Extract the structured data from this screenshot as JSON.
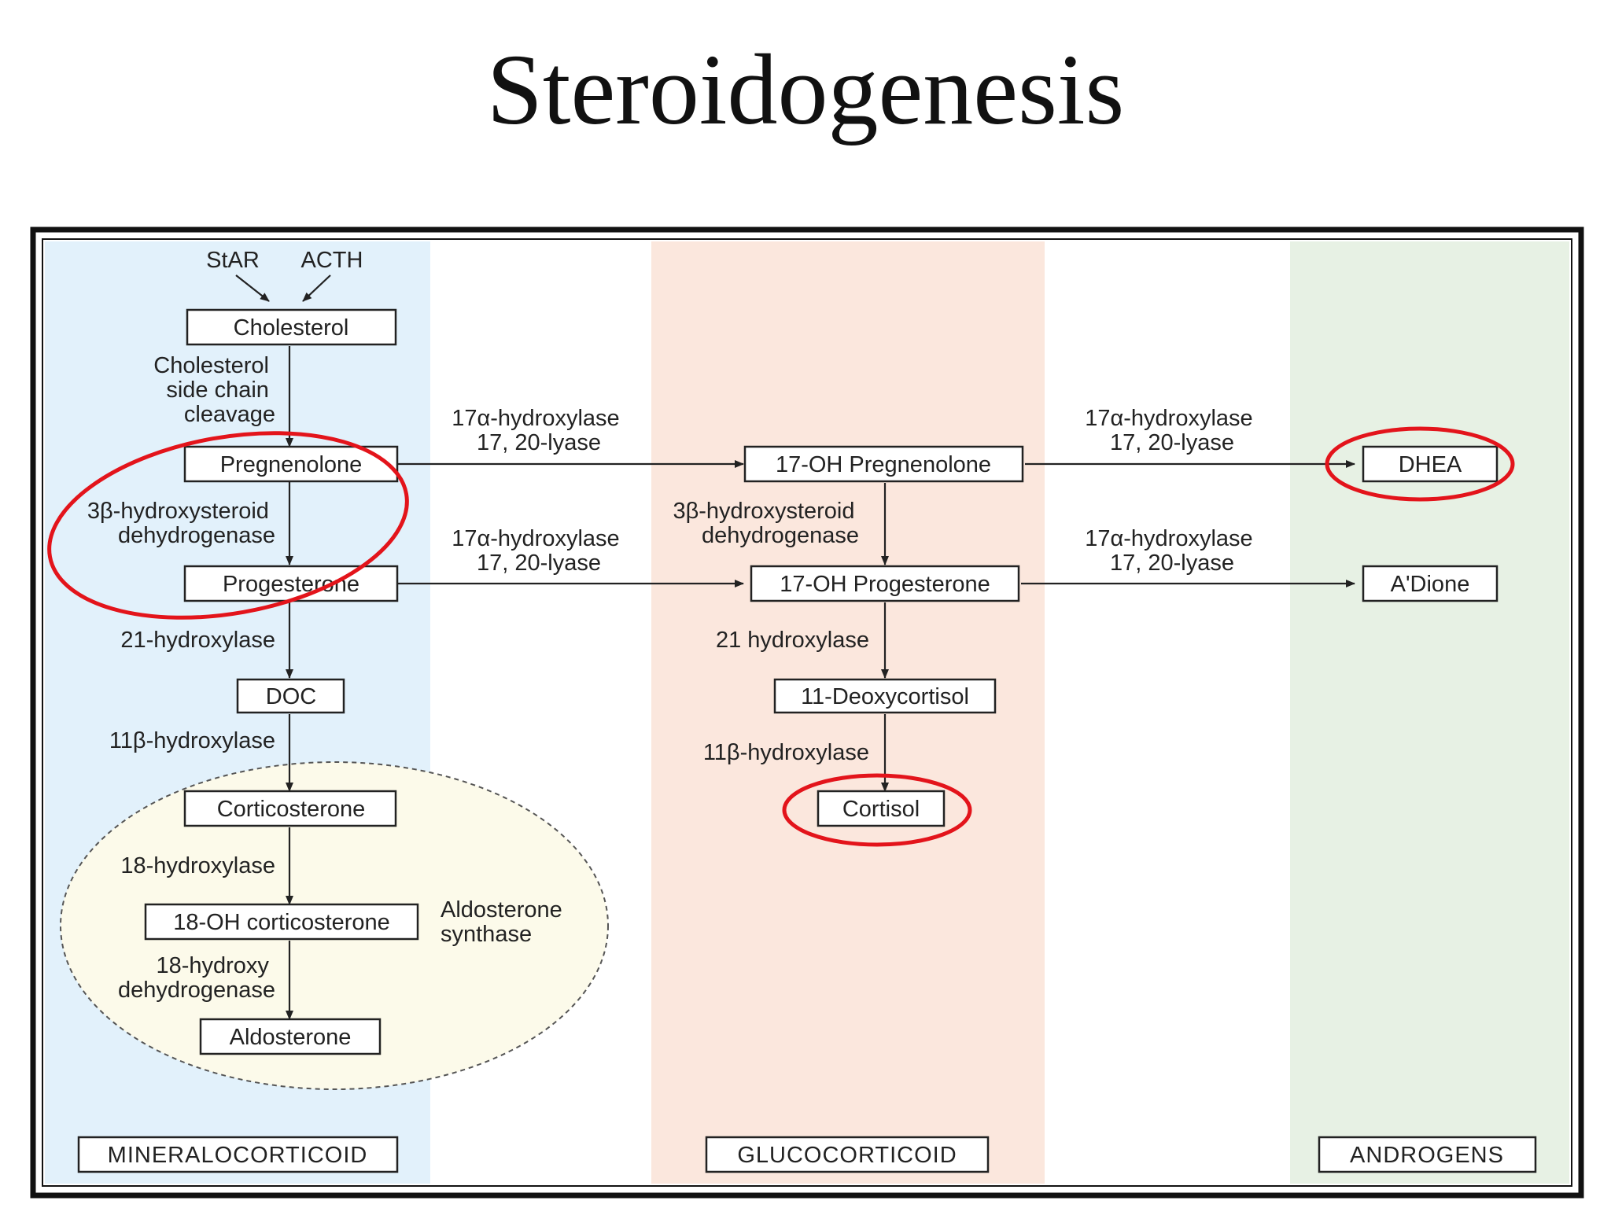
{
  "title": "Steroidogenesis",
  "categories": {
    "mineralocorticoid": "MINERALOCORTICOID",
    "glucocorticoid": "GLUCOCORTICOID",
    "androgens": "ANDROGENS"
  },
  "colors": {
    "mineral_band": "#e2f1fb",
    "gluco_band": "#fbe7dd",
    "androgen_band": "#e7f1e4",
    "ellipse_fill": "#fcfaea",
    "highlight": "#e3141b"
  },
  "inputs": {
    "star": "StAR",
    "acth": "ACTH"
  },
  "nodes": {
    "cholesterol": "Cholesterol",
    "pregnenolone": "Pregnenolone",
    "progesterone": "Progesterone",
    "doc": "DOC",
    "corticosterone": "Corticosterone",
    "oh18_corticosterone": "18-OH corticosterone",
    "aldosterone": "Aldosterone",
    "oh17_pregnenolone": "17-OH Pregnenolone",
    "oh17_progesterone": "17-OH Progesterone",
    "deoxycortisol": "11-Deoxycortisol",
    "cortisol": "Cortisol",
    "dhea": "DHEA",
    "adione": "A'Dione"
  },
  "enzymes": {
    "scc": [
      "Cholesterol",
      "side chain",
      "cleavage"
    ],
    "hsd3b_left": [
      "3β-hydroxysteroid",
      "dehydrogenase"
    ],
    "hyd21_left": "21-hydroxylase",
    "hyd11b_left": "11β-hydroxylase",
    "hyd18": "18-hydroxylase",
    "dh18": [
      "18-hydroxy",
      "dehydrogenase"
    ],
    "aldo_synthase": [
      "Aldosterone",
      "synthase"
    ],
    "lyase_top_left": [
      "17α-hydroxylase",
      "17, 20-lyase"
    ],
    "lyase_mid_left": [
      "17α-hydroxylase",
      "17, 20-lyase"
    ],
    "hsd3b_mid": [
      "3β-hydroxysteroid",
      "dehydrogenase"
    ],
    "hyd21_mid": "21 hydroxylase",
    "hyd11b_mid": "11β-hydroxylase",
    "lyase_top_right": [
      "17α-hydroxylase",
      "17, 20-lyase"
    ],
    "lyase_mid_right": [
      "17α-hydroxylase",
      "17, 20-lyase"
    ]
  }
}
